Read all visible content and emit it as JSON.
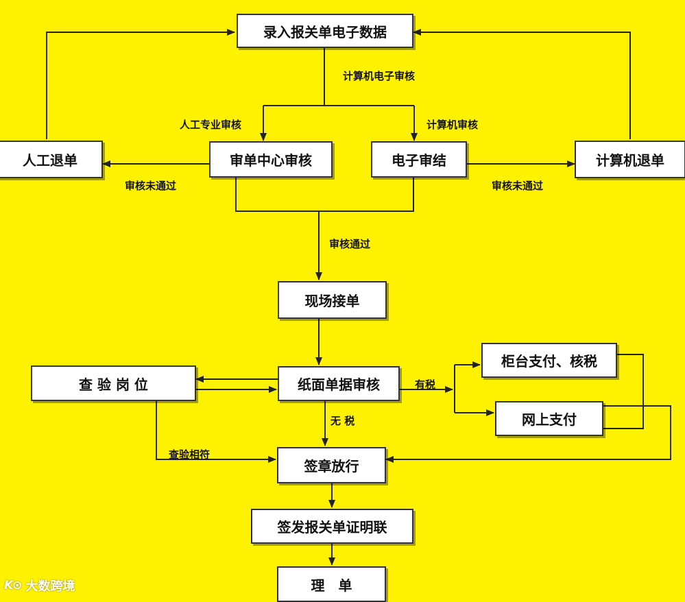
{
  "colors": {
    "background": "#FFF200",
    "box_fill": "#FFFFFF",
    "box_border": "#333333",
    "line": "#222222",
    "text": "#111111"
  },
  "nodes": {
    "entry": "录入报关单电子数据",
    "manual_return": "人工退单",
    "center_review": "审单中心审核",
    "e_review_done": "电子审结",
    "computer_return": "计算机退单",
    "onsite_accept": "现场接单",
    "inspection_post": "查 验 岗 位",
    "paper_review": "纸面单据审核",
    "counter_pay": "柜台支付、核税",
    "online_pay": "网上支付",
    "sign_release": "签章放行",
    "issue_certificate": "签发报关单证明联",
    "finish": "理　单"
  },
  "edge_labels": {
    "computer_e_review": "计算机电子审核",
    "manual_professional_review": "人工专业审核",
    "computer_review": "计算机审核",
    "review_failed_left": "审核未通过",
    "review_failed_right": "审核未通过",
    "review_passed": "审核通过",
    "has_tax": "有税",
    "no_tax": "无 税",
    "inspection_match": "查验相符"
  },
  "watermark": {
    "logo": "K⊙",
    "text": "大数跨境"
  }
}
